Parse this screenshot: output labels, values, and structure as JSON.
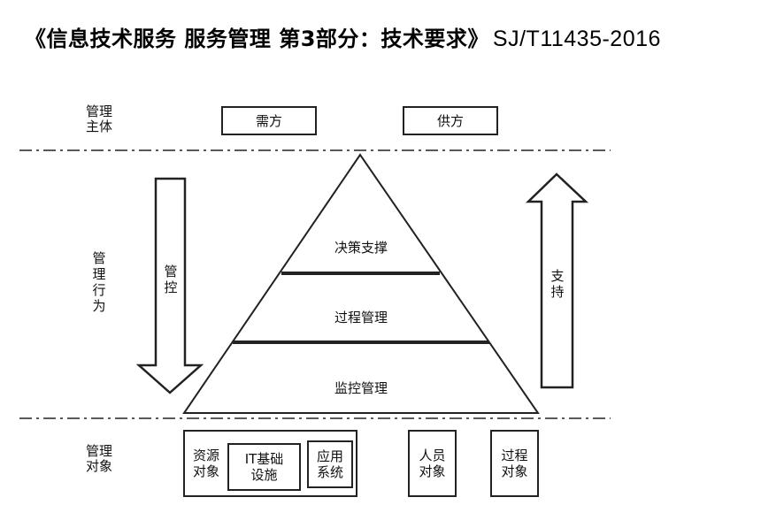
{
  "title": {
    "main": "《信息技术服务  服务管理  第3部分：技术要求》",
    "code": "SJ/T11435-2016"
  },
  "rows": {
    "subject_label": "管理\n主体",
    "behavior_label": "管理\n行为",
    "object_label": "管理\n对象"
  },
  "subjects": {
    "demand": "需方",
    "supply": "供方"
  },
  "arrows": {
    "control": "管控",
    "support": "支持"
  },
  "pyramid": {
    "top": "决策支撑",
    "middle": "过程管理",
    "bottom": "监控管理"
  },
  "objects": {
    "resource": "资源\n对象",
    "it_infra": "IT基础\n设施",
    "app_system": "应用\n系统",
    "people": "人员\n对象",
    "process": "过程\n对象"
  }
}
